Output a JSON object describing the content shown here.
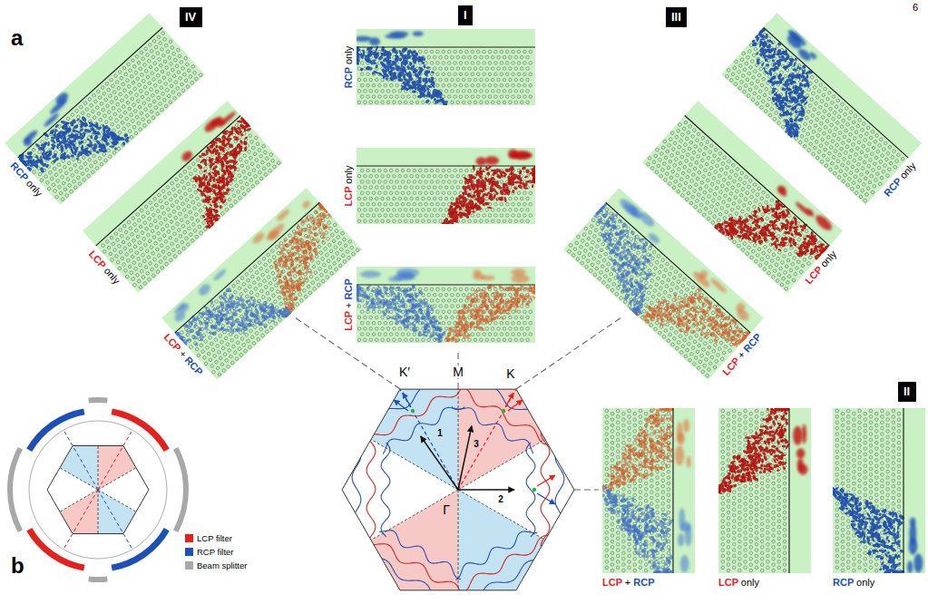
{
  "diagram": {
    "nodes": [
      {
        "text": [
          "IV"
        ]
      },
      {
        "text": [
          "RCP only"
        ]
      },
      {
        "text": [
          "LCP only"
        ]
      },
      {
        "text": [
          "LCP + RCP"
        ]
      },
      {
        "text": [
          "I"
        ]
      },
      {
        "text": [
          "RCP only"
        ]
      },
      {
        "text": [
          "LCP only"
        ]
      },
      {
        "text": [
          "LCP + RCP"
        ]
      },
      {
        "text": [
          "III"
        ]
      },
      {
        "text": [
          "RCP only"
        ]
      },
      {
        "text": [
          "LCP only"
        ]
      },
      {
        "text": [
          "LCP + RCP"
        ]
      },
      {
        "text": [
          "II"
        ]
      },
      {
        "text": [
          "LCP + RCP"
        ]
      },
      {
        "text": [
          "LCP only"
        ]
      },
      {
        "text": [
          "RCP only"
        ]
      }
    ],
    "labels": [
      "6",
      "a",
      "K′",
      "M",
      "K",
      "1",
      "3",
      "2",
      "Γ",
      "b"
    ],
    "legend": [
      {
        "text": "LCP filter",
        "color": "#e3211f"
      },
      {
        "text": "RCP filter",
        "color": "#1d4fb8"
      },
      {
        "text": "Beam splitter",
        "color": "#a8a8a8"
      }
    ]
  }
}
